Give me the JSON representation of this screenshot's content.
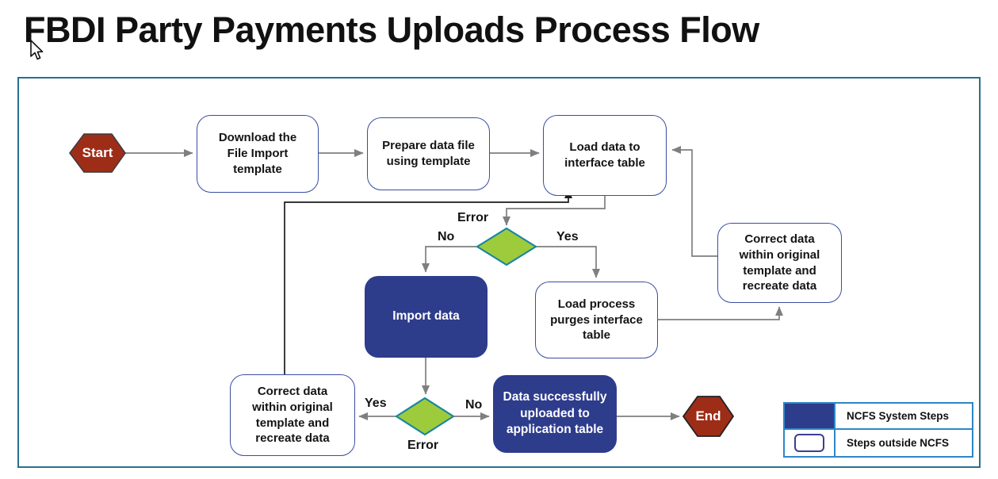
{
  "title": "FBDI Party Payments Uploads Process Flow",
  "flow": {
    "nodes": {
      "start": {
        "label": "Start",
        "shape": "hexagon"
      },
      "download": {
        "label": "Download the File Import template",
        "shape": "rounded-box"
      },
      "prepare": {
        "label": "Prepare data file using template",
        "shape": "rounded-box"
      },
      "load_data": {
        "label": "Load data to interface table",
        "shape": "rounded-box"
      },
      "error_check_1": {
        "label": "Error",
        "shape": "diamond",
        "branches": {
          "no": "No",
          "yes": "Yes"
        }
      },
      "import_data": {
        "label": "Import data",
        "shape": "rounded-box-filled"
      },
      "purge": {
        "label": "Load process purges interface table",
        "shape": "rounded-box"
      },
      "correct_right": {
        "label": "Correct data within original template and recreate data",
        "shape": "rounded-box"
      },
      "error_check_2": {
        "label": "Error",
        "shape": "diamond",
        "branches": {
          "yes": "Yes",
          "no": "No"
        }
      },
      "correct_left": {
        "label": "Correct data within original template and recreate data",
        "shape": "rounded-box"
      },
      "success": {
        "label": "Data successfully uploaded to application table",
        "shape": "rounded-box-filled"
      },
      "end": {
        "label": "End",
        "shape": "hexagon"
      }
    }
  },
  "legend": {
    "rows": [
      {
        "swatch": "navy-filled",
        "label": "NCFS System Steps"
      },
      {
        "swatch": "white-outline",
        "label": "Steps outside NCFS"
      }
    ]
  },
  "colors": {
    "ncfs_step_fill": "#2E3C8C",
    "terminator_fill": "#9E2D18",
    "decision_fill": "#9DCB3C",
    "decision_border": "#17869E",
    "box_border": "#3B4DA2",
    "frame_border": "#2A6F8F",
    "legend_border": "#2E86C8",
    "connector_gray": "#7F7F7F",
    "connector_black": "#1A1A1A"
  }
}
